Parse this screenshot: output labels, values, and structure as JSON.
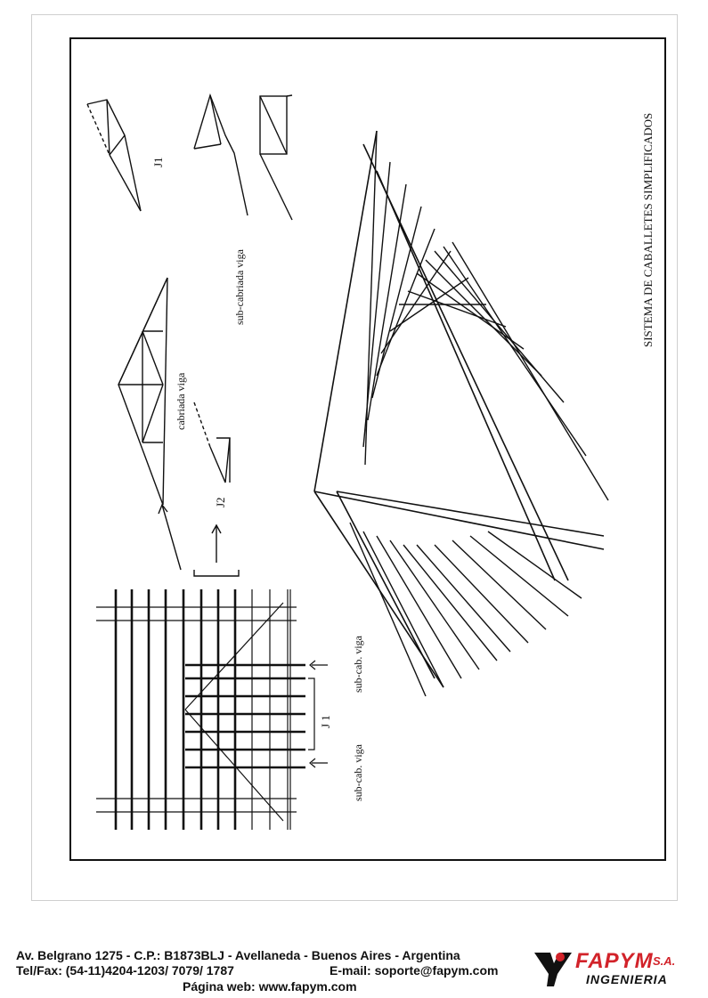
{
  "diagram": {
    "title": "SISTEMA DE CABALLETES SIMPLIFICADOS",
    "labels": {
      "j1_top": "J1",
      "sub_cabriada_viga": "sub-cabriada viga",
      "cabriada_viga": "cabriada viga",
      "j2": "J2",
      "sub_cab_viga_top": "sub-cab. viga",
      "j1_plan": "J 1",
      "sub_cab_viga_bottom": "sub-cab. viga"
    }
  },
  "footer": {
    "address": "Av. Belgrano 1275 - C.P.: B1873BLJ - Avellaneda - Buenos Aires - Argentina",
    "telfax": "Tel/Fax: (54-11)4204-1203/ 7079/ 1787",
    "email": "E-mail: soporte@fapym.com",
    "web": "Página web: www.fapym.com"
  },
  "logo": {
    "name": "FAPYM",
    "suffix": "S.A.",
    "subtitle": "INGENIERIA"
  },
  "colors": {
    "ink": "#111111",
    "brand_red": "#d2232a",
    "watermark": "#d8d8d8"
  }
}
